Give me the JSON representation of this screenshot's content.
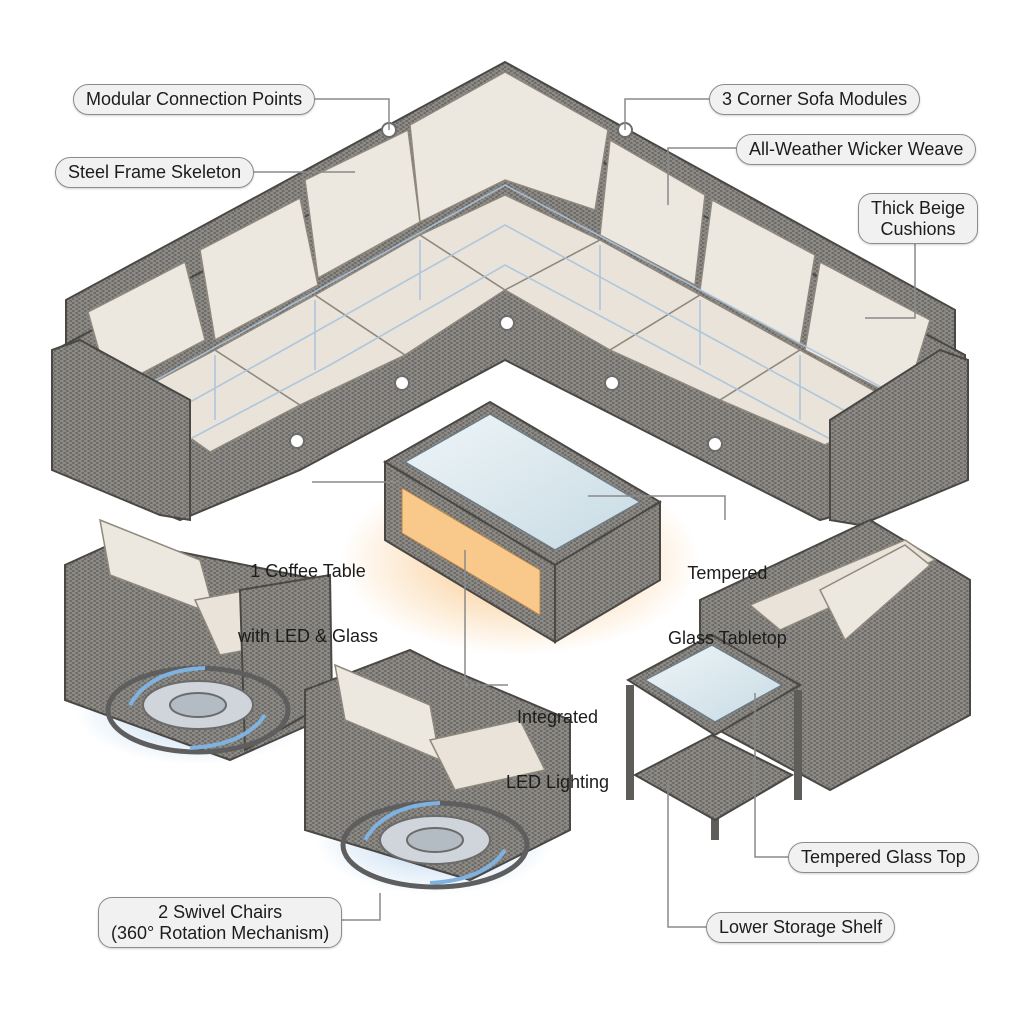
{
  "colors": {
    "wicker": "#7d7b77",
    "wicker_dark": "#5f5d5a",
    "wicker_light": "#9d9a95",
    "cushion": "#e9e3da",
    "cushion_shade": "#d6cfc4",
    "frame": "#a9c3dd",
    "glass": "#d8e7ee",
    "led": "#f6b25c",
    "swivel": "#7fb2e0",
    "leader": "#8a8a8a",
    "pill_bg": "#f1f1f1",
    "pill_border": "#8c8c8c"
  },
  "labels": {
    "modular_connection_points": "Modular Connection Points",
    "corner_sofa_modules": "3 Corner Sofa Modules",
    "steel_frame_skeleton": "Steel Frame Skeleton",
    "all_weather_wicker": "All-Weather Wicker Weave",
    "thick_beige_cushions": [
      "Thick Beige",
      "Cushions"
    ],
    "coffee_table": [
      "1 Coffee Table",
      "with LED & Glass"
    ],
    "tempered_glass_tabletop": [
      "Tempered",
      "Glass Tabletop"
    ],
    "integrated_led": [
      "Integrated",
      "LED Lighting"
    ],
    "tempered_glass_top": "Tempered Glass Top",
    "lower_storage_shelf": "Lower Storage Shelf",
    "swivel_chairs": [
      "2 Swivel Chairs",
      "(360° Rotation Mechanism)"
    ]
  },
  "icons": [
    "connection-point-marker",
    "swivel-rotation-arrows",
    "led-glow"
  ]
}
